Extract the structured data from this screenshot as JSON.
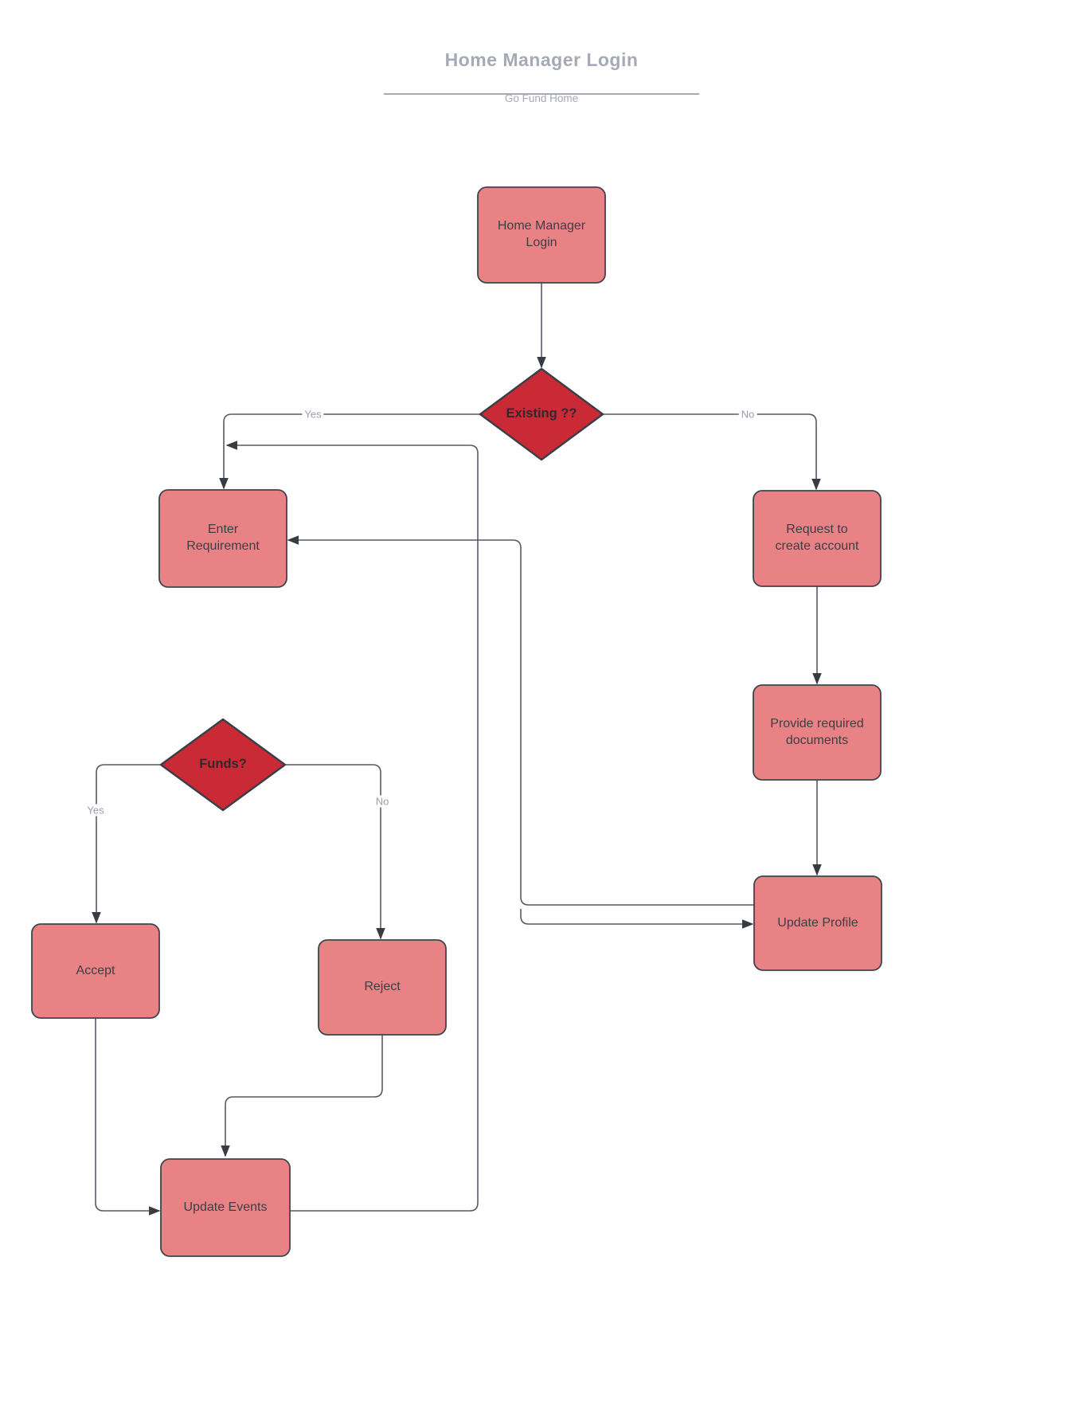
{
  "header": {
    "title": "Home Manager Login",
    "subtitle": "Go Fund Home"
  },
  "nodes": {
    "login": {
      "line1": "Home Manager",
      "line2": "Login"
    },
    "existing": {
      "label": "Existing ??"
    },
    "enter_requirement": {
      "line1": "Enter",
      "line2": "Requirement"
    },
    "request_account": {
      "line1": "Request to",
      "line2": "create account"
    },
    "provide_documents": {
      "line1": "Provide required",
      "line2": "documents"
    },
    "update_profile": {
      "label": "Update Profile"
    },
    "funds": {
      "label": "Funds?"
    },
    "accept": {
      "label": "Accept"
    },
    "reject": {
      "label": "Reject"
    },
    "update_events": {
      "label": "Update Events"
    }
  },
  "edge_labels": {
    "existing_yes": "Yes",
    "existing_no": "No",
    "funds_yes": "Yes",
    "funds_no": "No"
  },
  "colors": {
    "process_fill": "#e98284",
    "decision_fill": "#c92a35",
    "shape_border": "#3f444b",
    "connector": "#565b63",
    "arrowhead": "#383c42",
    "title_gray": "#a5aab4",
    "edge_label_gray": "#9aa0a9"
  }
}
